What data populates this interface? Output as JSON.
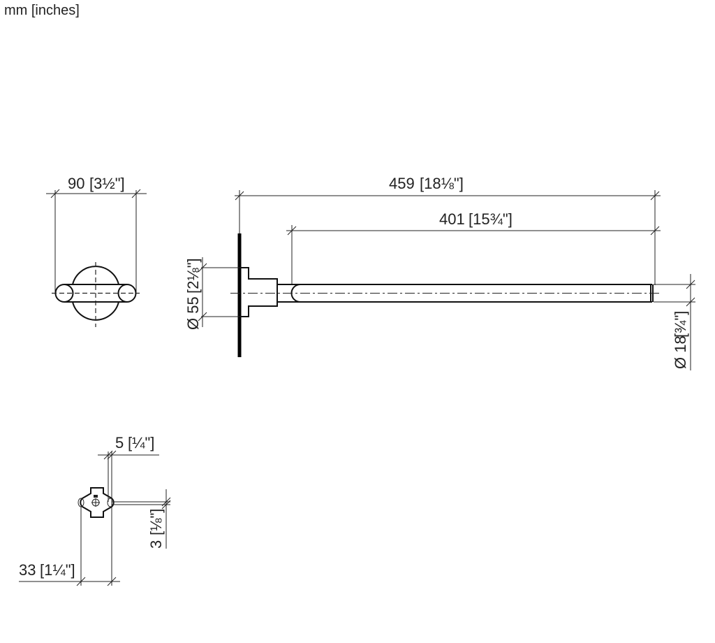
{
  "units_label": "mm [inches]",
  "dimensions": {
    "width_top": {
      "mm": "90",
      "inch": "[3½\"]"
    },
    "overall_length": {
      "mm": "459",
      "inch": "[18⅛\"]"
    },
    "arm_length": {
      "mm": "401",
      "inch": "[15¾\"]"
    },
    "flange_diameter": {
      "mm": "Ø 55",
      "inch": "[2⅛\"]"
    },
    "pipe_diameter": {
      "mm": "Ø 18",
      "inch": "[¾\"]"
    },
    "offset_small": {
      "mm": "5",
      "inch": "[¼\"]"
    },
    "offset_vertical": {
      "mm": "3",
      "inch": "[⅛\"]"
    },
    "bracket_width": {
      "mm": "33",
      "inch": "[1¼\"]"
    }
  }
}
